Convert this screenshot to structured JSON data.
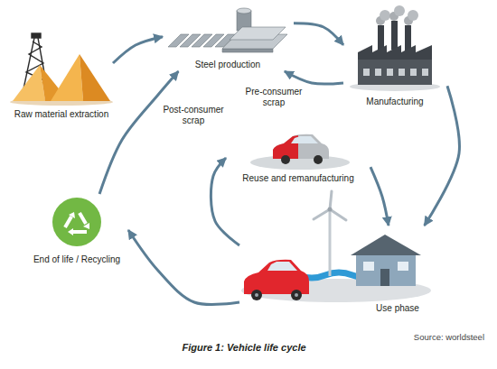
{
  "diagram": {
    "caption": "Figure 1: Vehicle life cycle",
    "nodes": [
      {
        "text": [
          "Steel production"
        ]
      },
      {
        "text": [
          "Raw material extraction"
        ]
      },
      {
        "text": [
          "Manufacturing"
        ]
      },
      {
        "text": [
          "Reuse and remanufacturing"
        ]
      },
      {
        "text": [
          "End of life / Recycling"
        ]
      },
      {
        "text": [
          "Use phase"
        ]
      }
    ],
    "edges": [
      {
        "from": 1,
        "to": 0,
        "arrow": "to"
      },
      {
        "from": 0,
        "to": 2,
        "arrow": "to"
      },
      {
        "from": 2,
        "to": 0,
        "label": "Pre-consumer scrap",
        "arrow": "to"
      },
      {
        "from": 2,
        "to": 5,
        "arrow": "to"
      },
      {
        "from": 3,
        "to": 5,
        "arrow": "to"
      },
      {
        "from": 5,
        "to": 3,
        "arrow": "to"
      },
      {
        "from": 5,
        "to": 4,
        "arrow": "to"
      },
      {
        "from": 4,
        "to": 0,
        "label": "Post-consumer scrap",
        "arrow": "to"
      }
    ],
    "labels": [
      "Source: worldsteel"
    ]
  }
}
